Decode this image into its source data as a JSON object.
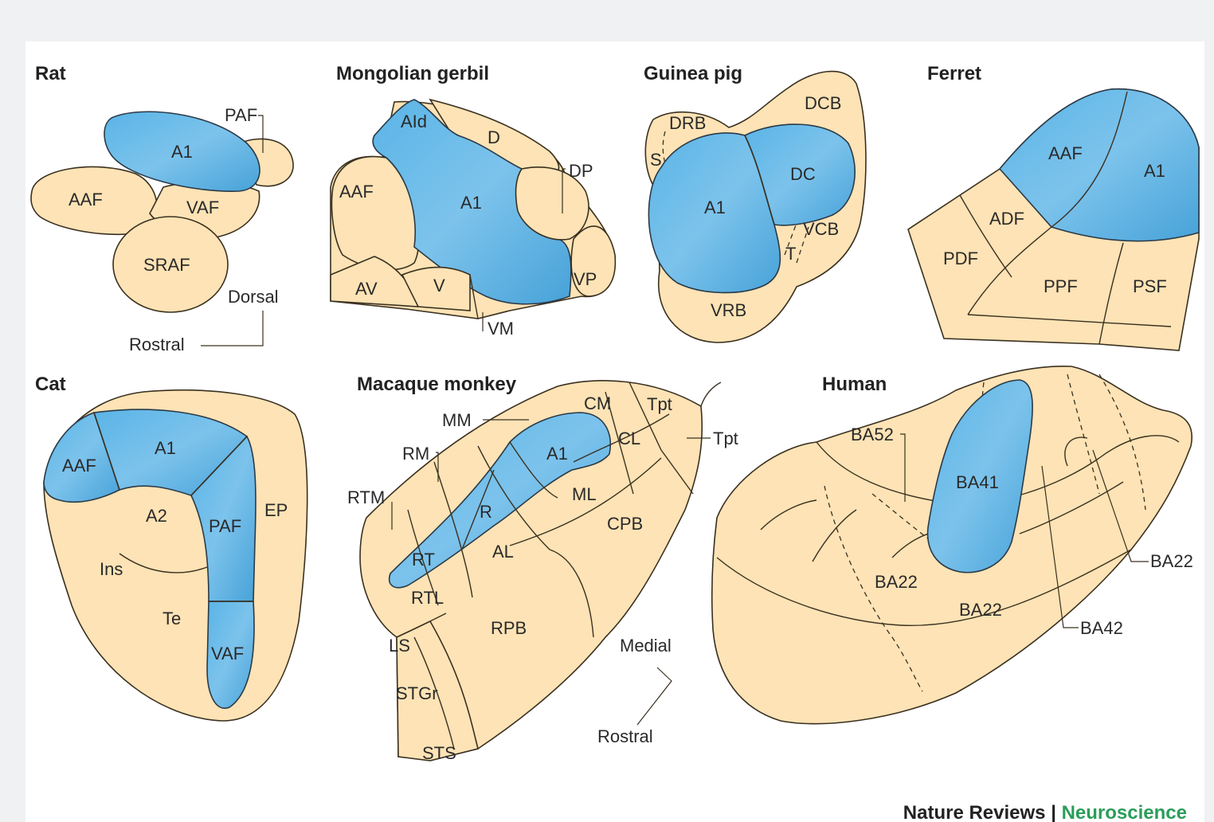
{
  "panels": {
    "rat": {
      "title": "Rat",
      "labels": {
        "a1": "A1",
        "paf": "PAF",
        "aaf": "AAF",
        "vaf": "VAF",
        "sraf": "SRAF"
      },
      "orientation": {
        "dorsal": "Dorsal",
        "rostral": "Rostral"
      }
    },
    "gerbil": {
      "title": "Mongolian gerbil",
      "labels": {
        "aid": "AId",
        "d": "D",
        "a1": "A1",
        "dp": "DP",
        "aaf": "AAF",
        "vp": "VP",
        "av": "AV",
        "v": "V",
        "vm": "VM"
      }
    },
    "guinea_pig": {
      "title": "Guinea pig",
      "labels": {
        "drb": "DRB",
        "dcb": "DCB",
        "s": "S",
        "dc": "DC",
        "a1": "A1",
        "vcb": "VCB",
        "t": "T",
        "vrb": "VRB"
      }
    },
    "ferret": {
      "title": "Ferret",
      "labels": {
        "aaf": "AAF",
        "a1": "A1",
        "adf": "ADF",
        "pdf": "PDF",
        "ppf": "PPF",
        "psf": "PSF"
      }
    },
    "cat": {
      "title": "Cat",
      "labels": {
        "aaf": "AAF",
        "a1": "A1",
        "a2": "A2",
        "paf": "PAF",
        "ep": "EP",
        "ins": "Ins",
        "te": "Te",
        "vaf": "VAF"
      }
    },
    "macaque": {
      "title": "Macaque monkey",
      "labels": {
        "cm": "CM",
        "tpt1": "Tpt",
        "tpt2": "Tpt",
        "mm": "MM",
        "cl": "CL",
        "rm": "RM",
        "a1": "A1",
        "rtm": "RTM",
        "ml": "ML",
        "r": "R",
        "cpb": "CPB",
        "rt": "RT",
        "al": "AL",
        "rtl": "RTL",
        "rpb": "RPB",
        "ls": "LS",
        "stgr": "STGr",
        "sts": "STS"
      },
      "orientation": {
        "medial": "Medial",
        "rostral": "Rostral"
      }
    },
    "human": {
      "title": "Human",
      "labels": {
        "ba52": "BA52",
        "ba41": "BA41",
        "ba22a": "BA22",
        "ba22b": "BA22",
        "ba22c": "BA22",
        "ba42": "BA42"
      }
    }
  },
  "credit": {
    "journal": "Nature Reviews",
    "separator": " | ",
    "section": "Neuroscience"
  },
  "colors": {
    "core": "#4fa9dc",
    "belt": "#fde3b5",
    "background": "#ffffff"
  }
}
